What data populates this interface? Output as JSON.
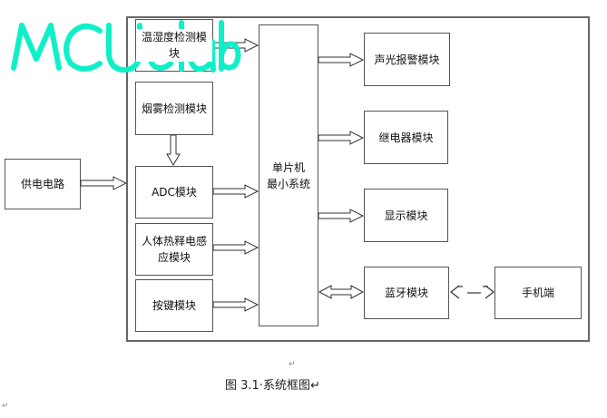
{
  "diagram": {
    "modules": {
      "temp_humidity": "温湿度检测模块",
      "smoke": "烟雾检测模块",
      "adc": "ADC模块",
      "pir": "人体热释电感应模块",
      "keys": "按键模块",
      "mcu": "单片机\n最小系统",
      "power": "供电电路",
      "alarm": "声光报警模块",
      "relay": "继电器模块",
      "display": "显示模块",
      "bluetooth": "蓝牙模块",
      "phone": "手机端"
    },
    "watermark": "MCUclub",
    "caption": "图 3.1·系统框图↵",
    "return_mark": "↵"
  }
}
